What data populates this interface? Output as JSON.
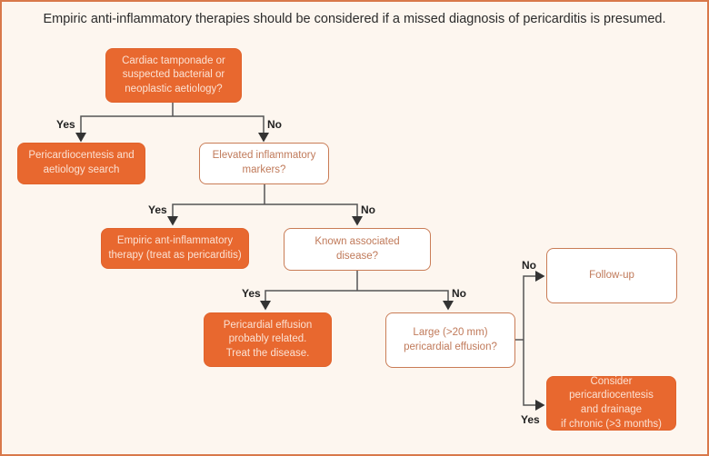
{
  "title": "Empiric anti-inflammatory therapies should be considered if a missed diagnosis of pericarditis is presumed.",
  "colors": {
    "accent": "#e8682f",
    "border": "#d9784a",
    "outline_text": "#c07a5a",
    "background": "#fdf6ef"
  },
  "nodes": {
    "n1": "Cardiac tamponade or\nsuspected bacterial or\nneoplastic aetiology?",
    "n2": "Pericardiocentesis and\naetiology search",
    "n3": "Elevated inflammatory\nmarkers?",
    "n4": "Empiric ant-inflammatory\ntherapy (treat as pericarditis)",
    "n5": "Known associated\ndisease?",
    "n6": "Pericardial effusion\nprobably related.\nTreat the disease.",
    "n7": "Large (>20 mm)\npericardial effusion?",
    "n8": "Follow-up",
    "n9": "Consider pericardiocentesis\nand drainage\nif chronic (>3 months)"
  },
  "edges": {
    "e1_yes": "Yes",
    "e1_no": "No",
    "e2_yes": "Yes",
    "e2_no": "No",
    "e3_yes": "Yes",
    "e3_no": "No",
    "e4_no": "No",
    "e4_yes": "Yes"
  }
}
